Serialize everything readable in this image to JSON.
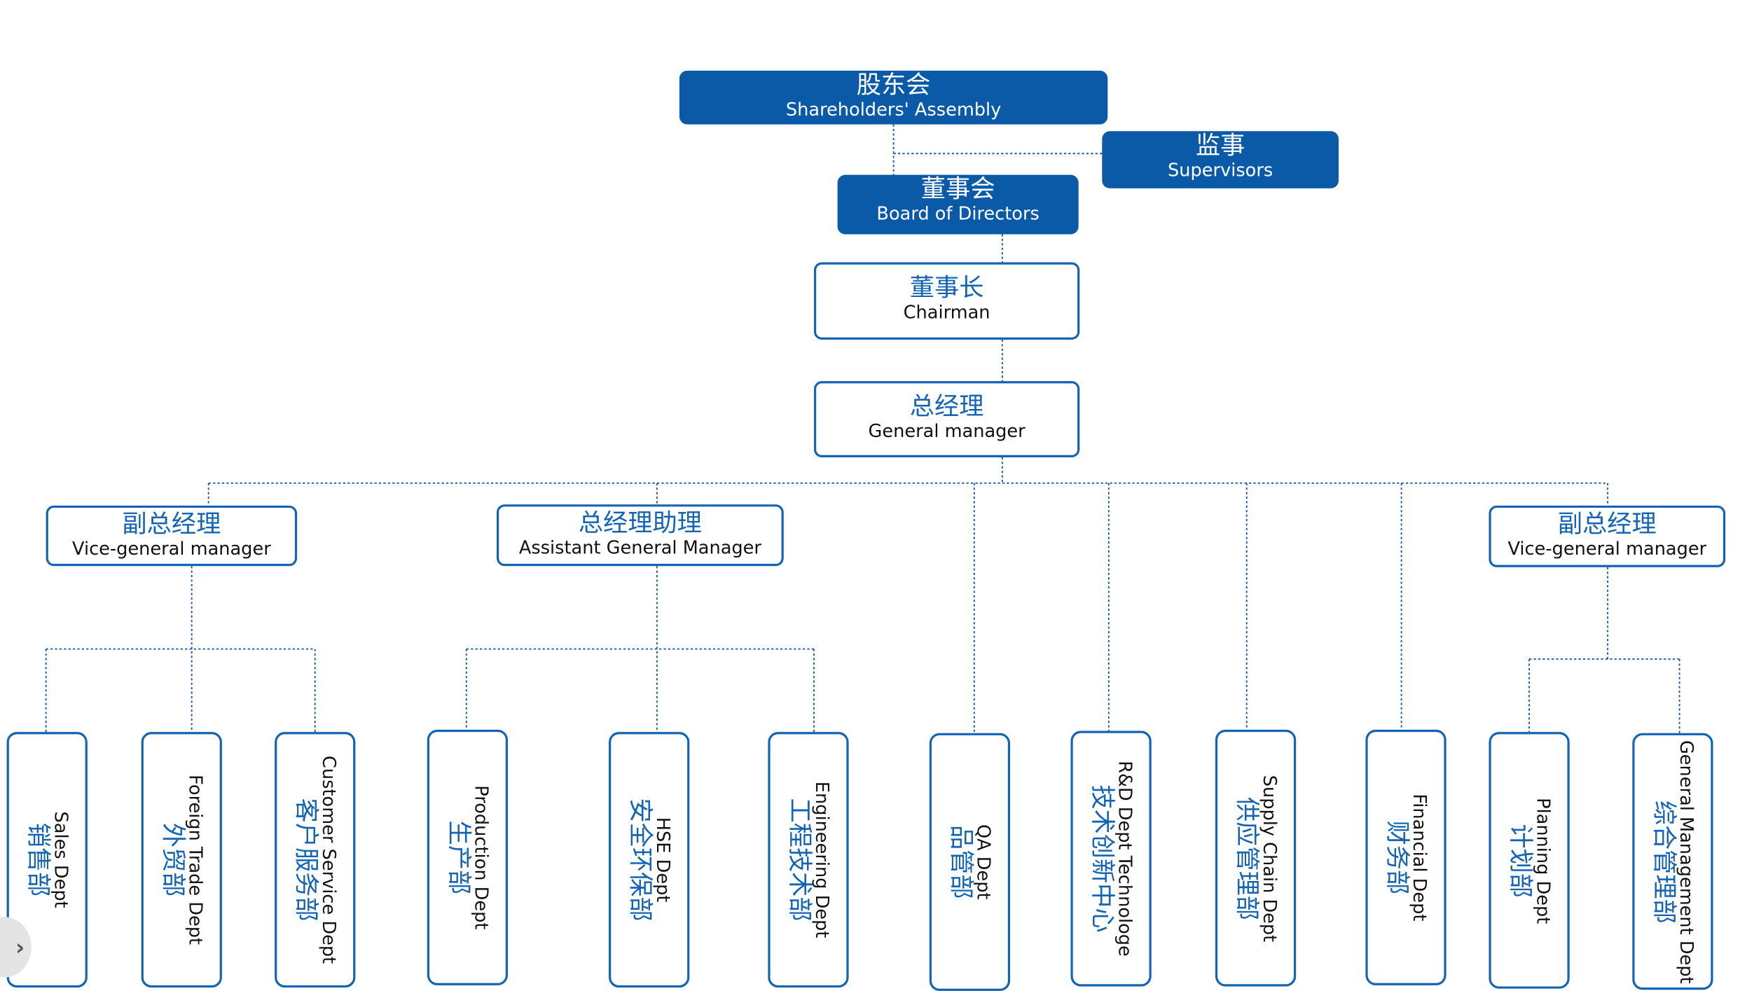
{
  "colors": {
    "primary": "#0b5aa8",
    "accent_text": "#1464b4",
    "connector": "#1e5aa8"
  },
  "top": {
    "shareholders": {
      "zh": "股东会",
      "en": "Shareholders' Assembly"
    },
    "supervisors": {
      "zh": "监事",
      "en": "Supervisors"
    },
    "board": {
      "zh": "董事会",
      "en": "Board of Directors"
    }
  },
  "chairman": {
    "zh": "董事长",
    "en": "Chairman"
  },
  "general_manager": {
    "zh": "总经理",
    "en": "General manager"
  },
  "managers": {
    "vice_left": {
      "zh": "副总经理",
      "en": "Vice-general manager"
    },
    "assistant": {
      "zh": "总经理助理",
      "en": "Assistant General Manager"
    },
    "vice_right": {
      "zh": "副总经理",
      "en": "Vice-general manager"
    }
  },
  "departments": [
    {
      "zh": "销售部",
      "en": "Sales Dept"
    },
    {
      "zh": "外贸部",
      "en": "Foreign Trade Dept"
    },
    {
      "zh": "客户服务部",
      "en": "Customer Service Dept"
    },
    {
      "zh": "生产部",
      "en": "Production Dept"
    },
    {
      "zh": "安全环保部",
      "en": "HSE Dept"
    },
    {
      "zh": "工程技术部",
      "en": "Engineering Dept"
    },
    {
      "zh": "品管部",
      "en": "QA Dept"
    },
    {
      "zh": "技术创新中心",
      "en": "R&D Dept Technologe"
    },
    {
      "zh": "供应管理部",
      "en": "Supply Chain Dept"
    },
    {
      "zh": "财务部",
      "en": "Financial Dept"
    },
    {
      "zh": "计划部",
      "en": "Planning Dept"
    },
    {
      "zh": "综合管理部",
      "en": "General Management Dept"
    }
  ],
  "nav": {
    "icon": "chevron-right-icon",
    "glyph": "›"
  }
}
